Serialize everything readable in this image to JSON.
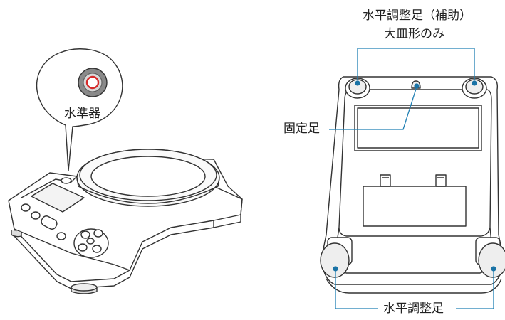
{
  "labels": {
    "level": "水準器",
    "aux_feet_line1": "水平調整足（補助）",
    "aux_feet_line2": "大皿形のみ",
    "fixed_foot": "固定足",
    "leveling_feet": "水平調整足"
  },
  "colors": {
    "callout_line": "#1f7fb3",
    "callout_dot": "#1a73a6",
    "outline": "#333333",
    "level_ring": "#d62b2b",
    "level_body": "#8a8a8a"
  }
}
